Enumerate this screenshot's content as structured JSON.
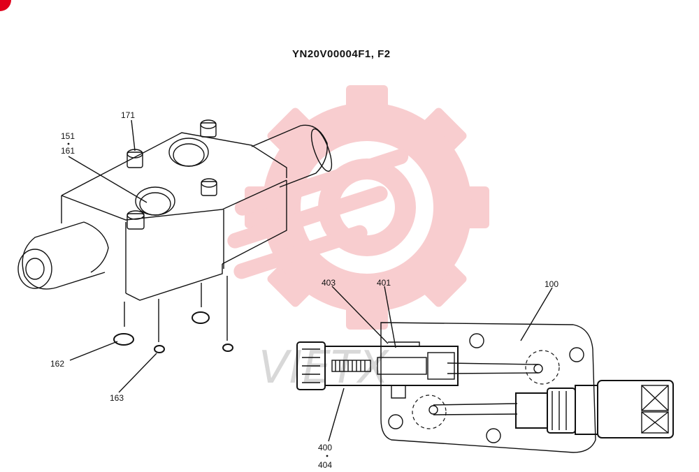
{
  "title": "YN20V00004F1, F2",
  "watermark_text": "VIETX",
  "colors": {
    "watermark": "#f3a5a8",
    "marker": "#e0001a",
    "ink": "#111111"
  },
  "labels": {
    "p171": "171",
    "p151": "151",
    "p161": "161",
    "p162": "162",
    "p163": "163",
    "p403": "403",
    "p401": "401",
    "p100": "100",
    "p400": "400",
    "p404": "404"
  }
}
